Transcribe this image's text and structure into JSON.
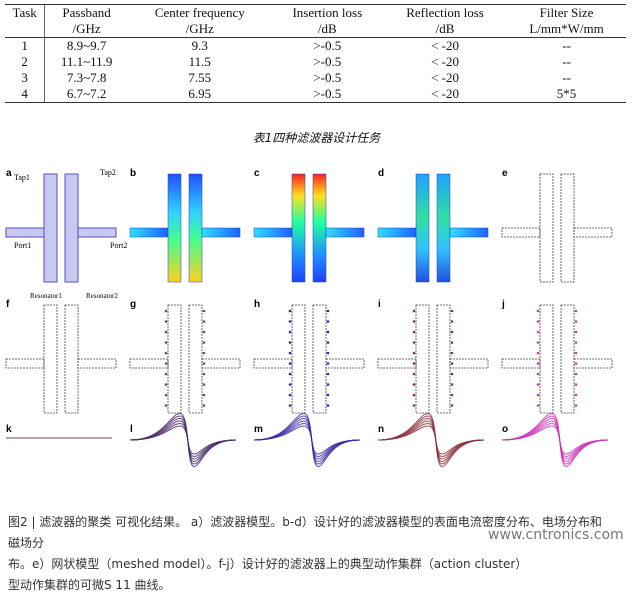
{
  "table": {
    "headers": [
      [
        "Task",
        ""
      ],
      [
        "Passband",
        "/GHz"
      ],
      [
        "Center frequency",
        "/GHz"
      ],
      [
        "Insertion loss",
        "/dB"
      ],
      [
        "Reflection loss",
        "/dB"
      ],
      [
        "Filter Size",
        "L/mm*W/mm"
      ]
    ],
    "rows": [
      [
        "1",
        "8.9~9.7",
        "9.3",
        ">-0.5",
        "< -20",
        "--"
      ],
      [
        "2",
        "11.1~11.9",
        "11.5",
        ">-0.5",
        "< -20",
        "--"
      ],
      [
        "3",
        "7.3~7.8",
        "7.55",
        ">-0.5",
        "< -20",
        "--"
      ],
      [
        "4",
        "6.7~7.2",
        "6.95",
        ">-0.5",
        "< -20",
        "5*5"
      ]
    ]
  },
  "table_caption": "表1四种滤波器设计任务",
  "figure": {
    "panel_letters": [
      "a",
      "b",
      "c",
      "d",
      "e",
      "f",
      "g",
      "h",
      "i",
      "j",
      "k",
      "l",
      "m",
      "n",
      "o"
    ],
    "labels_a": {
      "tap1": "Tap1",
      "tap2": "Tap2",
      "port1": "Port1",
      "port2": "Port2",
      "resonator1": "Resonator1",
      "resonator2": "Resonator2"
    },
    "curve_colors": {
      "k": "#7a4a4a",
      "l": "#4a2a6a",
      "m": "#3a2aa8",
      "n": "#8b2f3f",
      "o": "#d030b8"
    }
  },
  "caption": {
    "line1": "图2 | 滤波器的聚类 可视化结果。 a）滤波器模型。b-d）设计好的滤波器模型的表面电流密度分布、电场分布和磁场分",
    "line2": "布。e）网状模型（meshed model）。f-j）设计好的滤波器上的典型动作集群（action cluster）",
    "line3": "型动作集群的可微S 11 曲线。"
  },
  "watermark": "www.cntronics.com"
}
